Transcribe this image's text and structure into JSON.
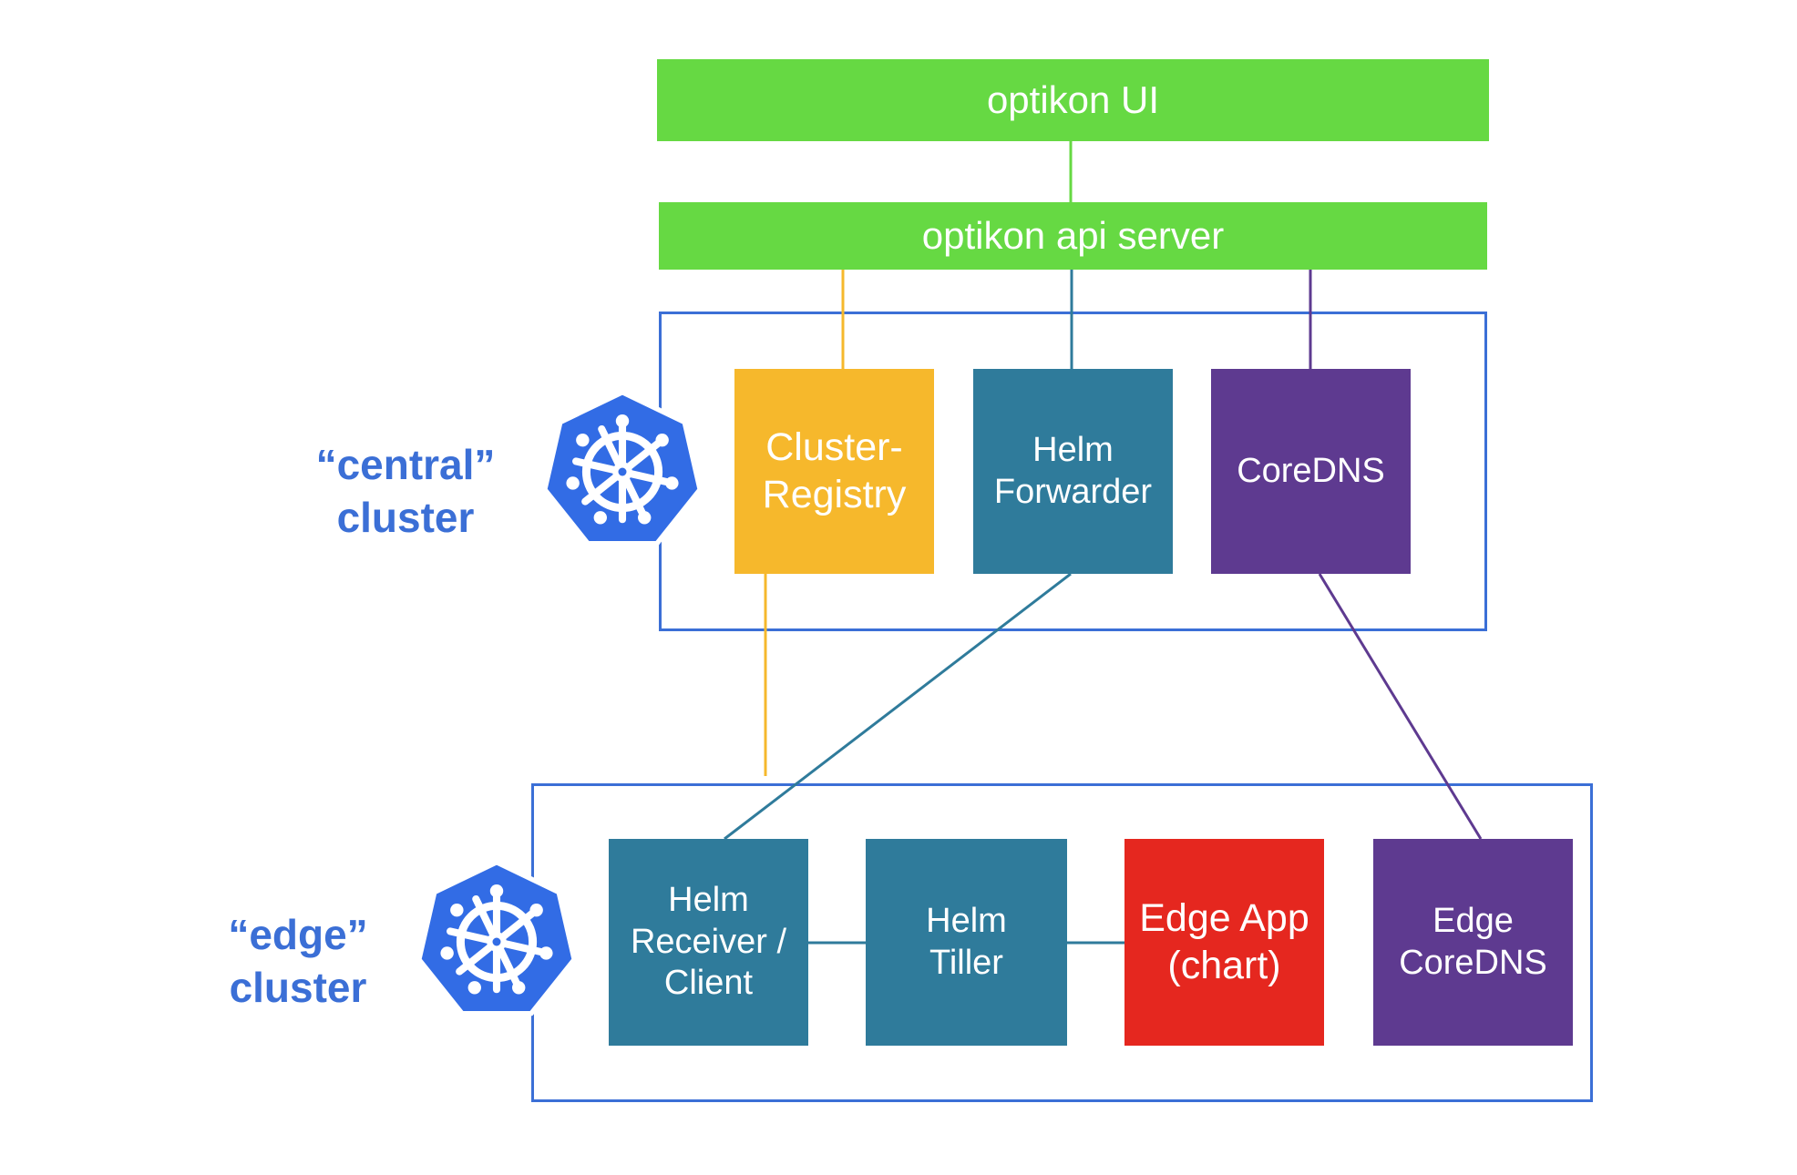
{
  "top": {
    "ui_label": "optikon UI",
    "api_label": "optikon api server"
  },
  "central": {
    "label_line1": "“central”",
    "label_line2": "cluster",
    "logo_icon": "kubernetes-helm-wheel-icon",
    "boxes": {
      "cluster_registry": {
        "line1": "Cluster-",
        "line2": "Registry"
      },
      "helm_forwarder": {
        "line1": "Helm",
        "line2": "Forwarder"
      },
      "coredns": {
        "line1": "CoreDNS"
      }
    }
  },
  "edge": {
    "label_line1": "“edge”",
    "label_line2": "cluster",
    "logo_icon": "kubernetes-helm-wheel-icon",
    "boxes": {
      "helm_receiver": {
        "line1": "Helm",
        "line2": "Receiver /",
        "line3": "Client"
      },
      "helm_tiller": {
        "line1": "Helm",
        "line2": "Tiller"
      },
      "edge_app": {
        "line1": "Edge App",
        "line2": "(chart)"
      },
      "edge_coredns": {
        "line1": "Edge",
        "line2": "CoreDNS"
      }
    }
  },
  "colors": {
    "green": "#66d943",
    "yellow": "#f6b82c",
    "teal": "#2f7b9b",
    "purple": "#5e3a90",
    "red": "#e5271f",
    "blue": "#3b6fd6"
  }
}
